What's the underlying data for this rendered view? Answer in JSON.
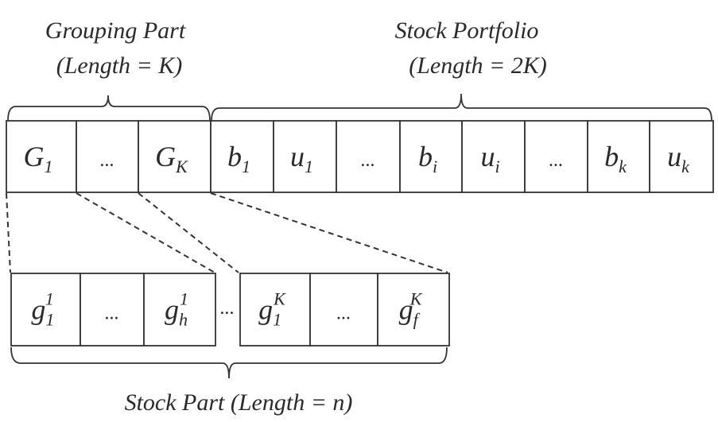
{
  "labels": {
    "grouping_title": "Grouping Part",
    "grouping_length": "(Length = K)",
    "portfolio_title": "Stock Portfolio",
    "portfolio_length": "(Length = 2K)",
    "stock_part": "Stock Part (Length = n)",
    "between_groups": "..."
  },
  "top_row": [
    {
      "base": "G",
      "sub": "1",
      "sup": ""
    },
    {
      "base": "...",
      "sub": "",
      "sup": ""
    },
    {
      "base": "G",
      "sub": "K",
      "sup": ""
    },
    {
      "base": "b",
      "sub": "1",
      "sup": ""
    },
    {
      "base": "u",
      "sub": "1",
      "sup": ""
    },
    {
      "base": "...",
      "sub": "",
      "sup": ""
    },
    {
      "base": "b",
      "sub": "i",
      "sup": ""
    },
    {
      "base": "u",
      "sub": "i",
      "sup": ""
    },
    {
      "base": "...",
      "sub": "",
      "sup": ""
    },
    {
      "base": "b",
      "sub": "k",
      "sup": ""
    },
    {
      "base": "u",
      "sub": "k",
      "sup": ""
    }
  ],
  "bottom_left": [
    {
      "base": "g",
      "sub": "1",
      "sup": "1"
    },
    {
      "base": "...",
      "sub": "",
      "sup": ""
    },
    {
      "base": "g",
      "sub": "h",
      "sup": "1"
    }
  ],
  "bottom_right": [
    {
      "base": "g",
      "sub": "1",
      "sup": "K"
    },
    {
      "base": "...",
      "sub": "",
      "sup": ""
    },
    {
      "base": "g",
      "sub": "f",
      "sup": "K"
    }
  ]
}
